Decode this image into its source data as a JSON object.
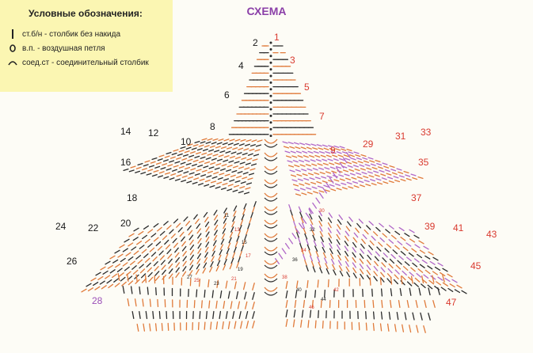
{
  "legend": {
    "title": "Условные обозначения:",
    "items": [
      {
        "label": "ст.б/н - столбик без накида"
      },
      {
        "label": "в.п. - воздушная петля"
      },
      {
        "label": "соед.ст - соединительный столбик"
      }
    ]
  },
  "title": "СХЕМА",
  "colors": {
    "black_stitches": "#2b2b2b",
    "orange_stitches": "#e07a3a",
    "purple_stitches": "#b067c8",
    "red_labels": "#d93a2f",
    "black_labels": "#1a1a1a",
    "purple_labels": "#9b4fb8"
  },
  "row_labels": {
    "left": [
      "2",
      "4",
      "6",
      "8",
      "10",
      "12",
      "14",
      "16",
      "18",
      "20",
      "22",
      "24",
      "26",
      "28"
    ],
    "right": [
      "1",
      "3",
      "5",
      "7",
      "9",
      "29",
      "31",
      "33",
      "35",
      "37",
      "39",
      "41",
      "43",
      "45",
      "47"
    ],
    "inner": [
      "11",
      "13",
      "15",
      "17",
      "19",
      "21",
      "23",
      "25",
      "27",
      "30",
      "32",
      "34",
      "36",
      "38",
      "40",
      "42",
      "44",
      "46"
    ]
  }
}
